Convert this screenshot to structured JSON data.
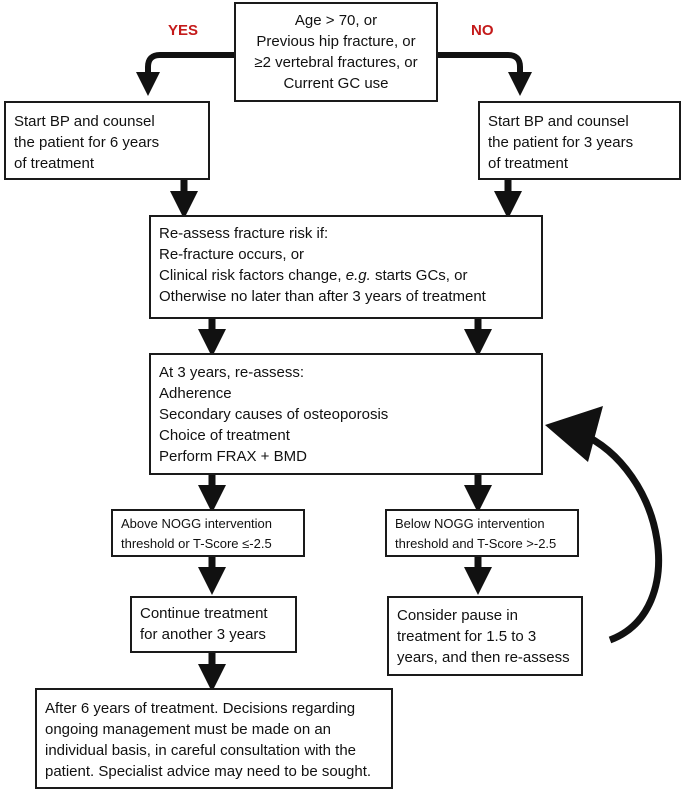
{
  "labels": {
    "yes": "YES",
    "no": "NO"
  },
  "nodes": {
    "start": {
      "lines": [
        "Age > 70, or",
        "Previous hip fracture, or",
        "≥2 vertebral fractures, or",
        "Current GC use"
      ]
    },
    "yes_box": {
      "lines": [
        "Start BP and counsel",
        "the patient for 6 years",
        "of treatment"
      ]
    },
    "no_box": {
      "lines": [
        "Start BP and counsel",
        "the patient for 3 years",
        "of treatment"
      ]
    },
    "reassess": {
      "line1": "Re-assess fracture risk if:",
      "line2": "Re-fracture occurs, or",
      "line3_pre": "Clinical risk factors change, ",
      "line3_em": "e.g.",
      "line3_post": " starts GCs, or",
      "line4": "Otherwise no later than after 3 years of treatment"
    },
    "three_years": {
      "lines": [
        "At 3 years, re-assess:",
        "Adherence",
        "Secondary causes of osteoporosis",
        "Choice of treatment",
        "Perform FRAX + BMD"
      ]
    },
    "above": {
      "lines": [
        "Above NOGG intervention",
        "threshold or T-Score ≤-2.5"
      ]
    },
    "below": {
      "lines": [
        "Below NOGG intervention",
        "threshold and T-Score >-2.5"
      ]
    },
    "continue": {
      "lines": [
        "Continue treatment",
        "for another 3 years"
      ]
    },
    "pause": {
      "lines": [
        "Consider pause in",
        "treatment for 1.5 to 3",
        "years, and then re-assess"
      ]
    },
    "final": {
      "lines": [
        "After 6 years of treatment. Decisions regarding",
        "ongoing management must be made on an",
        "individual basis, in careful consultation with the",
        "patient. Specialist advice may need to be sought."
      ]
    }
  }
}
